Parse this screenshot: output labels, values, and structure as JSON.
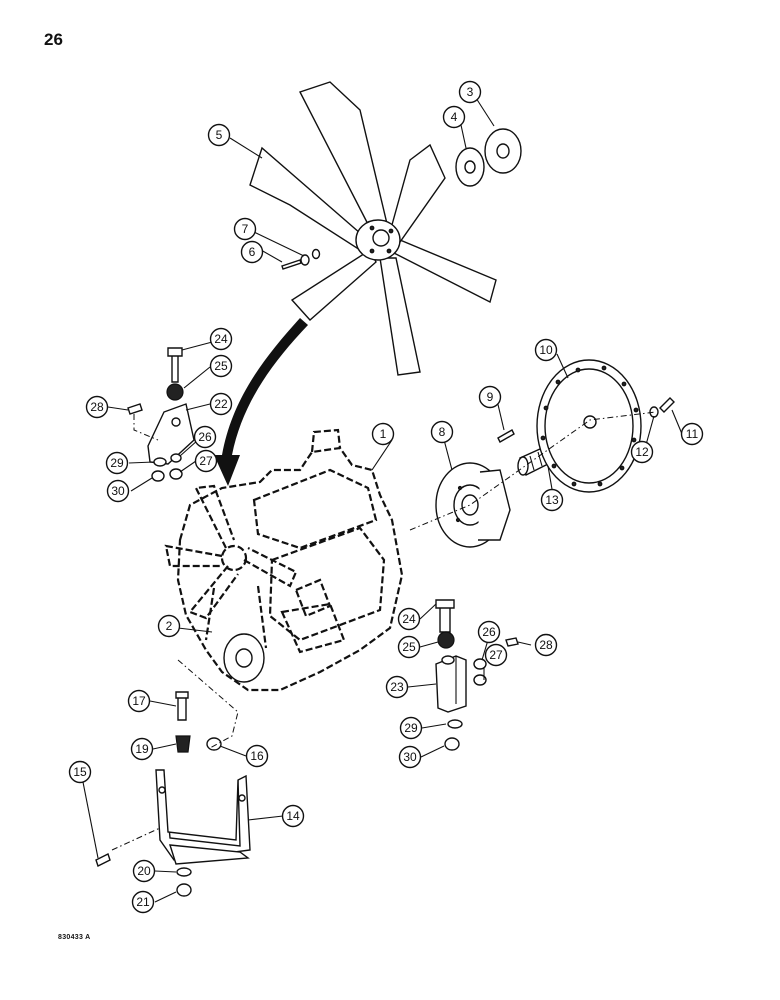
{
  "page": {
    "number": "26",
    "drawing_id": "830433 A"
  },
  "callouts": [
    {
      "id": "1",
      "label": "1"
    },
    {
      "id": "2",
      "label": "2"
    },
    {
      "id": "3",
      "label": "3"
    },
    {
      "id": "4",
      "label": "4"
    },
    {
      "id": "5",
      "label": "5"
    },
    {
      "id": "6",
      "label": "6"
    },
    {
      "id": "7",
      "label": "7"
    },
    {
      "id": "8",
      "label": "8"
    },
    {
      "id": "9",
      "label": "9"
    },
    {
      "id": "10",
      "label": "10"
    },
    {
      "id": "11",
      "label": "11"
    },
    {
      "id": "12",
      "label": "12"
    },
    {
      "id": "13",
      "label": "13"
    },
    {
      "id": "14",
      "label": "14"
    },
    {
      "id": "15",
      "label": "15"
    },
    {
      "id": "16",
      "label": "16"
    },
    {
      "id": "17",
      "label": "17"
    },
    {
      "id": "19",
      "label": "19"
    },
    {
      "id": "20",
      "label": "20"
    },
    {
      "id": "21",
      "label": "21"
    },
    {
      "id": "22",
      "label": "22"
    },
    {
      "id": "23",
      "label": "23"
    },
    {
      "id": "24a",
      "label": "24"
    },
    {
      "id": "24b",
      "label": "24"
    },
    {
      "id": "25a",
      "label": "25"
    },
    {
      "id": "25b",
      "label": "25"
    },
    {
      "id": "26a",
      "label": "26"
    },
    {
      "id": "26b",
      "label": "26"
    },
    {
      "id": "27a",
      "label": "27"
    },
    {
      "id": "27b",
      "label": "27"
    },
    {
      "id": "28a",
      "label": "28"
    },
    {
      "id": "28b",
      "label": "28"
    },
    {
      "id": "29a",
      "label": "29"
    },
    {
      "id": "29b",
      "label": "29"
    },
    {
      "id": "30a",
      "label": "30"
    },
    {
      "id": "30b",
      "label": "30"
    }
  ]
}
